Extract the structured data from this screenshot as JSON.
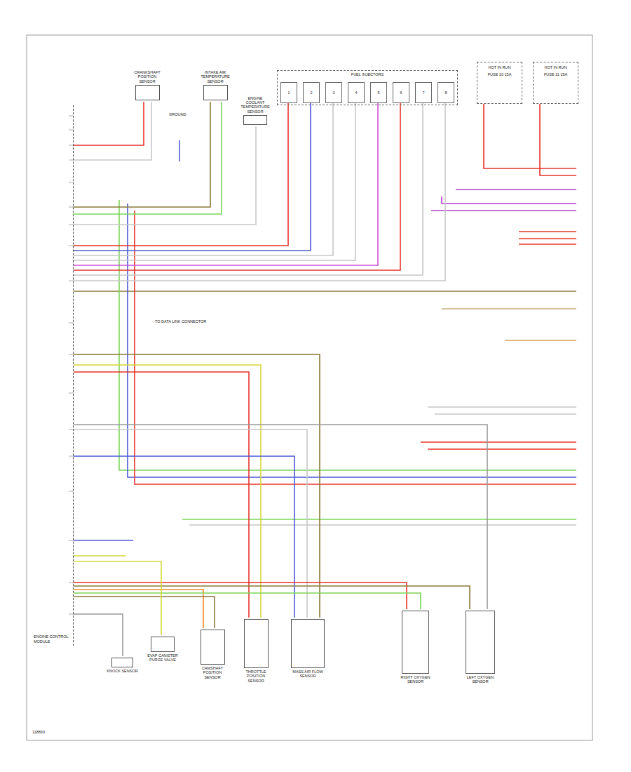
{
  "diagram": {
    "nodes": [
      {
        "text": [
          "ENGINE CONTROL MODULE"
        ]
      },
      {
        "text": [
          "CRANKSHAFT POSITION SENSOR"
        ]
      },
      {
        "text": [
          "INTAKE AIR TEMPERATURE SENSOR"
        ]
      },
      {
        "text": [
          "ENGINE COOLANT TEMPERATURE SENSOR"
        ]
      },
      {
        "text": [
          "FUEL INJECTORS"
        ]
      },
      {
        "text": [
          "1"
        ],
        "in": 4
      },
      {
        "text": [
          "2"
        ],
        "in": 4
      },
      {
        "text": [
          "3"
        ],
        "in": 4
      },
      {
        "text": [
          "4"
        ],
        "in": 4
      },
      {
        "text": [
          "5"
        ],
        "in": 4
      },
      {
        "text": [
          "6"
        ],
        "in": 4
      },
      {
        "text": [
          "7"
        ],
        "in": 4
      },
      {
        "text": [
          "8"
        ],
        "in": 4
      },
      {
        "text": [
          "HOT IN RUN",
          "FUSE 10 15A"
        ]
      },
      {
        "text": [
          "HOT IN RUN",
          "FUSE 11 15A"
        ]
      },
      {
        "text": [
          "KNOCK SENSOR"
        ]
      },
      {
        "text": [
          "EVAP CANISTER PURGE VALVE"
        ]
      },
      {
        "text": [
          "CAMSHAFT POSITION SENSOR"
        ]
      },
      {
        "text": [
          "THROTTLE POSITION SENSOR"
        ]
      },
      {
        "text": [
          "MASS AIR FLOW SENSOR"
        ]
      },
      {
        "text": [
          "RIGHT OXYGEN SENSOR"
        ]
      },
      {
        "text": [
          "LEFT OXYGEN SENSOR"
        ]
      }
    ],
    "edges": [
      {
        "from": 0,
        "to": 1,
        "arrow": "none"
      },
      {
        "from": 0,
        "to": 1,
        "arrow": "none"
      },
      {
        "from": 0,
        "to": 2,
        "arrow": "none"
      },
      {
        "from": 0,
        "to": 2,
        "arrow": "none"
      },
      {
        "from": 0,
        "to": 3,
        "arrow": "none"
      },
      {
        "from": 0,
        "to": 5,
        "arrow": "none"
      },
      {
        "from": 0,
        "to": 6,
        "arrow": "none"
      },
      {
        "from": 0,
        "to": 7,
        "arrow": "none"
      },
      {
        "from": 0,
        "to": 8,
        "arrow": "none"
      },
      {
        "from": 0,
        "to": 9,
        "arrow": "none"
      },
      {
        "from": 0,
        "to": 10,
        "arrow": "none"
      },
      {
        "from": 0,
        "to": 11,
        "arrow": "none"
      },
      {
        "from": 0,
        "to": 12,
        "arrow": "none"
      },
      {
        "from": 0,
        "to": 17,
        "arrow": "none"
      },
      {
        "from": 0,
        "to": 17,
        "arrow": "none"
      },
      {
        "from": 0,
        "to": 18,
        "arrow": "none"
      },
      {
        "from": 0,
        "to": 18,
        "arrow": "none"
      },
      {
        "from": 0,
        "to": 19,
        "arrow": "none"
      },
      {
        "from": 0,
        "to": 19,
        "arrow": "none"
      },
      {
        "from": 0,
        "to": 19,
        "arrow": "none"
      },
      {
        "from": 0,
        "to": 20,
        "arrow": "none"
      },
      {
        "from": 0,
        "to": 20,
        "arrow": "none"
      },
      {
        "from": 0,
        "to": 21,
        "arrow": "none"
      },
      {
        "from": 0,
        "to": 21,
        "arrow": "none"
      },
      {
        "from": 0,
        "to": 15,
        "arrow": "none"
      },
      {
        "from": 0,
        "to": 16,
        "arrow": "none"
      }
    ],
    "labels": [
      "GROUND",
      "TO DATA LINK CONNECTOR",
      "118893"
    ]
  }
}
